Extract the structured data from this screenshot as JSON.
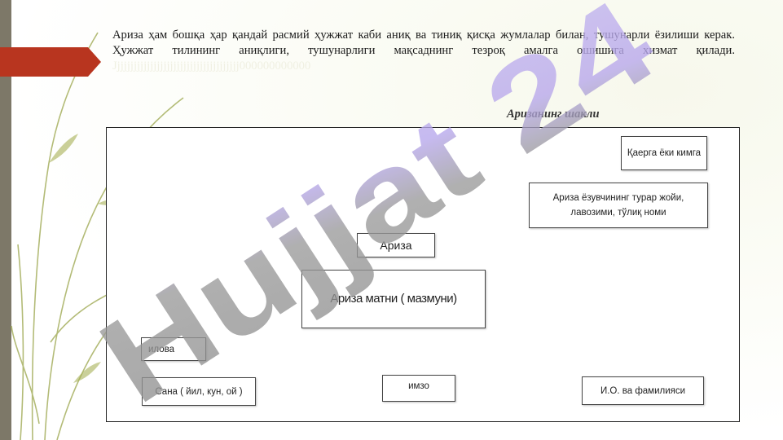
{
  "paragraph": {
    "text": "Ариза ҳам бошқа ҳар қандай расмий ҳужжат каби аниқ ва тиниқ қисқа жумлалар билан, тушунарли ёзилиши керак. Ҳужжат тилининг аниқлиги, тушунарлиги мақсаднинг тезроқ амалга ошишига хизмат қилади.",
    "faded_tail": "Jjjjjjjjjjjjjjjjjjjjjjjjjjjjjjjjjjjjjj000000000000"
  },
  "caption": "Аризанинг шакли",
  "form": {
    "recipient": "Қаерга ёки кимга",
    "author_info": "Ариза ёзувчининг турар жойи, лавозими, тўлиқ номи",
    "title": "Ариза",
    "body": "Ариза матни ( мазмуни)",
    "attachment": "илова",
    "date": "Сана ( йил, кун, ой )",
    "signature": "имзо",
    "initials": "И.О. ва фамилияси"
  },
  "watermark": {
    "text": "Hujjat 24",
    "colors": {
      "left": "#8f8f8f",
      "right": "#b7a7ec"
    }
  },
  "colors": {
    "accent_red": "#b8351f",
    "strip": "#7d7868",
    "vine": "#8f9a3a"
  }
}
